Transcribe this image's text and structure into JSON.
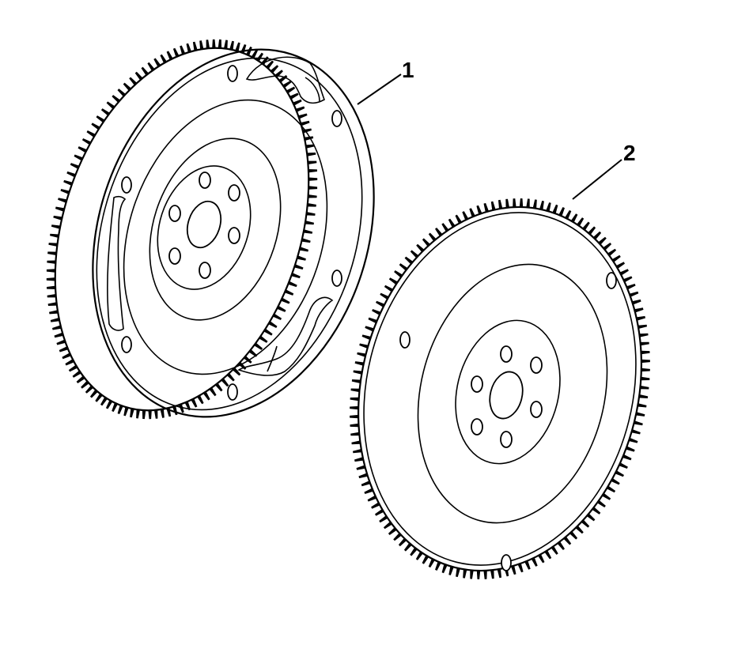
{
  "figure": {
    "callouts": [
      {
        "id": "1",
        "label": "1"
      },
      {
        "id": "2",
        "label": "2"
      }
    ]
  }
}
